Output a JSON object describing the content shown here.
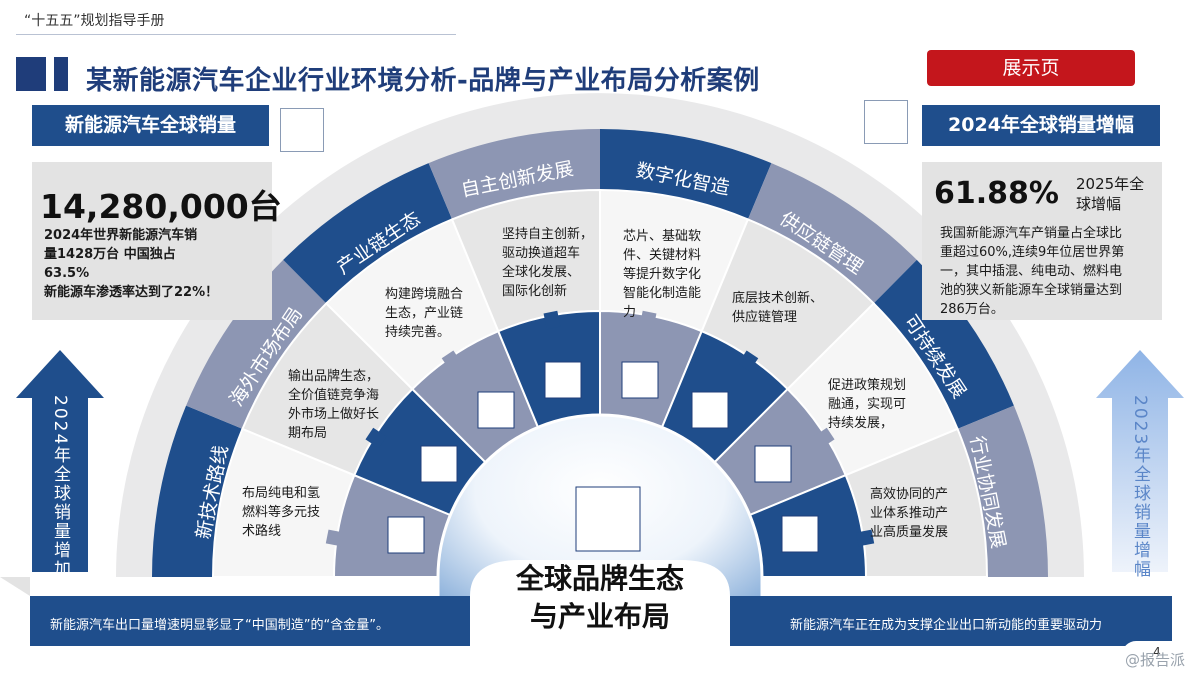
{
  "header": {
    "top_label": "“十五五”规划指导手册",
    "page_title": "某新能源汽车企业行业环境分析-品牌与产业布局分析案例",
    "demo_button": "展示页"
  },
  "left": {
    "header": "新能源汽车全球销量",
    "big_number": "14,280,000台",
    "lines": [
      "2024年世界新能源汽车销",
      "量1428万台 中国独占",
      "63.5%",
      "新能源车渗透率达到了22%！"
    ],
    "arrow_label": "2024年全球销量增加"
  },
  "right": {
    "header": "2024年全球销量增幅",
    "big_number": "61.88%",
    "side_label_1": "2025年全",
    "side_label_2": "球增幅",
    "lines": [
      "我国新能源汽车产销量占全球比",
      "重超过60%,连续9年位居世界第",
      "一，其中插混、纯电动、燃料电",
      "池的狭义新能源车全球销量达到",
      "286万台。"
    ],
    "arrow_label": "2023年全球销量增幅"
  },
  "segments": [
    {
      "title": "新技术路线",
      "desc": [
        "布局纯电和氢",
        "燃料等多元技",
        "术路线"
      ]
    },
    {
      "title": "海外市场布局",
      "desc": [
        "输出品牌生态，",
        "全价值链竞争海",
        "外市场上做好长",
        "期布局"
      ]
    },
    {
      "title": "产业链生态",
      "desc": [
        "构建跨境融合",
        "生态，产业链",
        "持续完善。"
      ]
    },
    {
      "title": "自主创新发展",
      "desc": [
        "坚持自主创新，",
        "驱动换道超车",
        "全球化发展、",
        "国际化创新"
      ]
    },
    {
      "title": "数字化智造",
      "desc": [
        "芯片、基础软",
        "件、关键材料",
        "等提升数字化",
        "智能化制造能",
        "力"
      ]
    },
    {
      "title": "供应链管理",
      "desc": [
        "底层技术创新、",
        "供应链管理"
      ]
    },
    {
      "title": "可持续发展",
      "desc": [
        "促进政策规划",
        "融通，实现可",
        "持续发展，"
      ]
    },
    {
      "title": "行业协同发展",
      "desc": [
        "高效协同的产",
        "业体系推动产",
        "业高质量发展"
      ]
    }
  ],
  "center": {
    "line1": "全球品牌生态",
    "line2": "与产业布局"
  },
  "bottom": {
    "left_text": "新能源汽车出口量增速明显彰显了“中国制造”的“含金量”。",
    "right_text": "新能源汽车正在成为支撑企业出口新动能的重要驱动力"
  },
  "page_number": "4",
  "watermark": "@报告派",
  "colors": {
    "primary_blue": "#1f4e8c",
    "dark_blue": "#1f3d7a",
    "slate": "#8d96b3",
    "red": "#c4161c",
    "light_gray": "#e3e3e3"
  }
}
